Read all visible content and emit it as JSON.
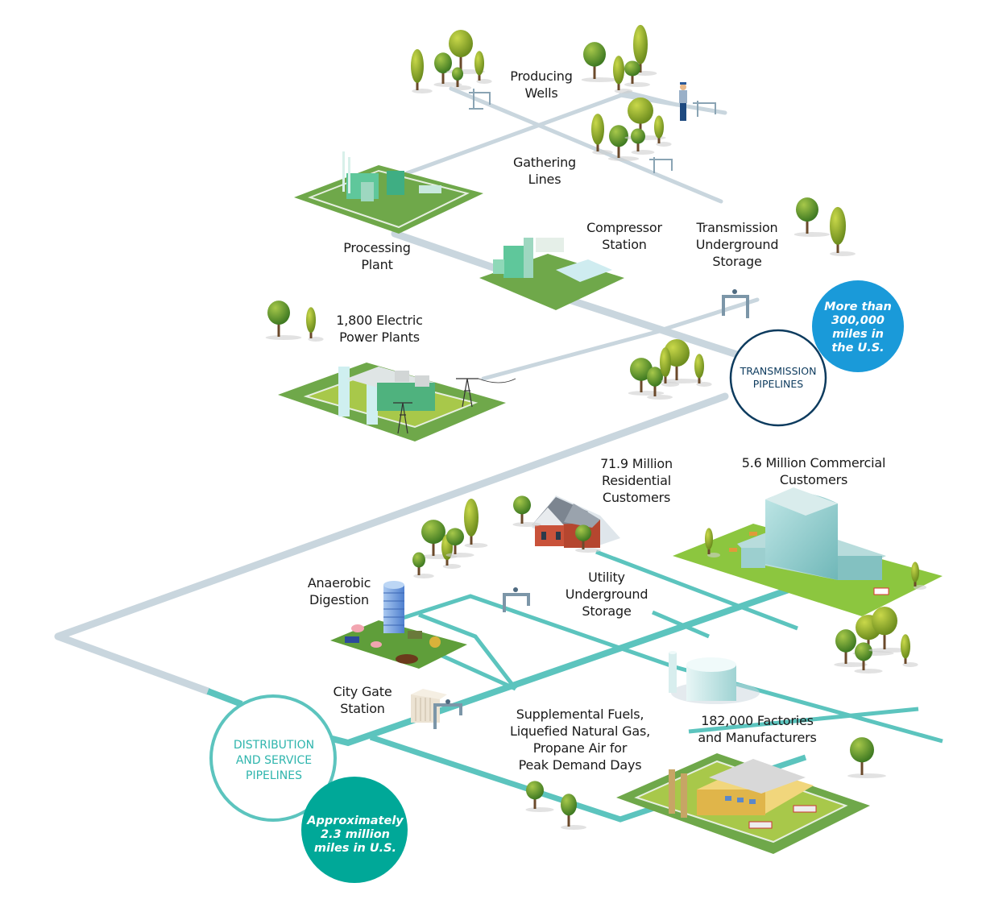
{
  "colors": {
    "transmission_pipe": "#c9d6de",
    "distribution_pipe": "#5cc4be",
    "transmission_ring": "#0d3b5e",
    "distribution_ring": "#5cc4be",
    "transmission_stat_fill": "#1a9ad9",
    "distribution_stat_fill": "#00a898",
    "ground_green": "#6fa84a",
    "ground_light": "#8cc63f",
    "tree_dark": "#4e8a2a",
    "tree_light": "#9dba2e",
    "trunk": "#6b4a2b"
  },
  "labels": {
    "producing_wells": [
      "Producing",
      "Wells"
    ],
    "gathering_lines": [
      "Gathering",
      "Lines"
    ],
    "processing_plant": [
      "Processing",
      "Plant"
    ],
    "compressor_station": [
      "Compressor",
      "Station"
    ],
    "transmission_storage": [
      "Transmission",
      "Underground",
      "Storage"
    ],
    "power_plants": [
      "1,800 Electric",
      "Power Plants"
    ],
    "residential": [
      "71.9 Million",
      "Residential",
      "Customers"
    ],
    "commercial": [
      "5.6 Million Commercial",
      "Customers"
    ],
    "anaerobic": [
      "Anaerobic",
      "Digestion"
    ],
    "utility_storage": [
      "Utility",
      "Underground",
      "Storage"
    ],
    "city_gate": [
      "City Gate",
      "Station"
    ],
    "supplemental": [
      "Supplemental Fuels,",
      "Liquefied Natural Gas,",
      "Propane Air for",
      "Peak Demand Days"
    ],
    "factories": [
      "182,000 Factories",
      "and Manufacturers"
    ]
  },
  "hubs": {
    "transmission": {
      "title": [
        "TRANSMISSION",
        "PIPELINES"
      ],
      "stat": [
        "More than",
        "300,000",
        "miles in",
        "the U.S."
      ]
    },
    "distribution": {
      "title": [
        "DISTRIBUTION",
        "AND SERVICE",
        "PIPELINES"
      ],
      "stat": [
        "Approximately",
        "2.3 million",
        "miles in U.S."
      ]
    }
  }
}
